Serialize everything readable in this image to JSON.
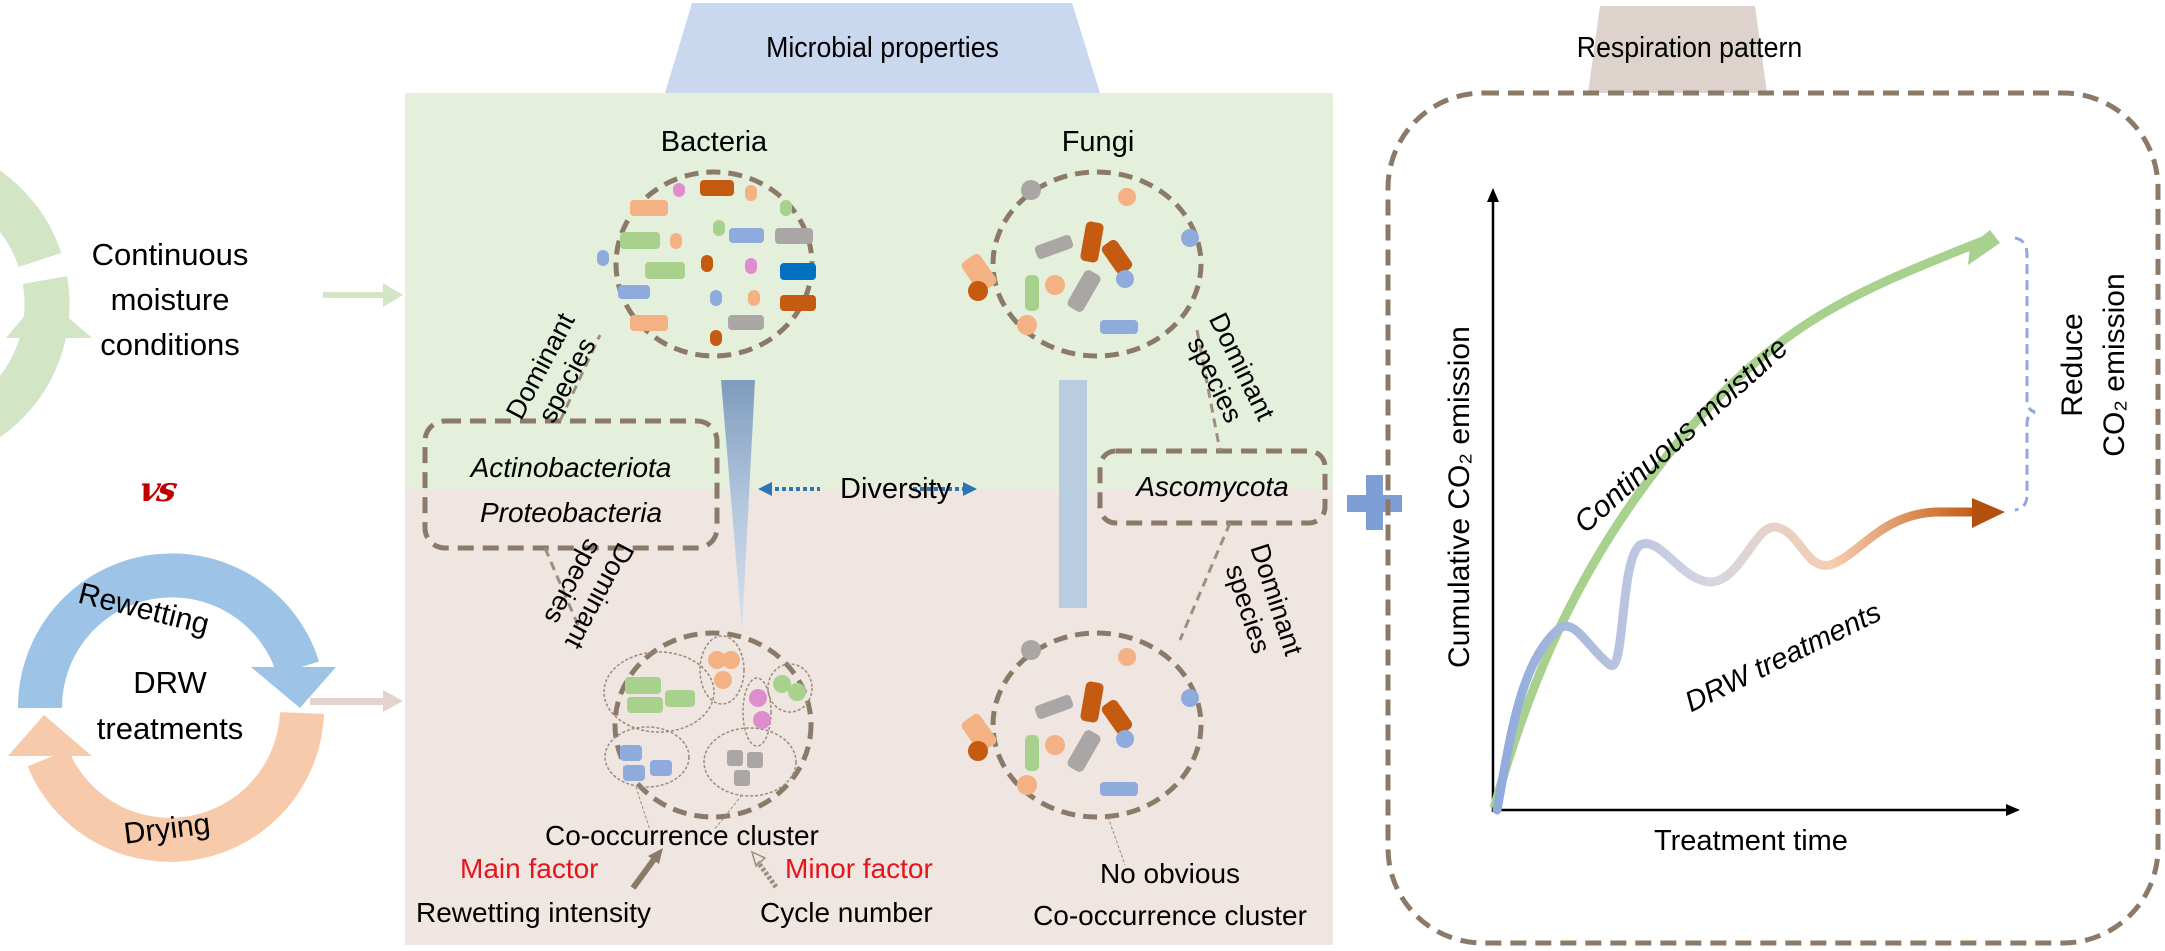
{
  "left": {
    "continuous": {
      "label_lines": [
        "Continuous",
        "moisture",
        "conditions"
      ],
      "color": "#d2e6c6"
    },
    "vs_label": "VS",
    "drw": {
      "label_lines": [
        "DRW",
        "treatments"
      ],
      "rewetting_label": "Rewetting",
      "drying_label": "Drying",
      "rewetting_color": "#9dc3e6",
      "drying_color": "#f7caac"
    }
  },
  "microbial": {
    "header": "Microbial properties",
    "header_color": "#c9d7ef",
    "top_bg": "#e5f0dc",
    "bottom_bg": "#efe5e1",
    "bacteria_label": "Bacteria",
    "fungi_label": "Fungi",
    "dominant_species_label": [
      "Dominant",
      "species"
    ],
    "bacteria_taxa": [
      "Actinobacteriota",
      "Proteobacteria"
    ],
    "fungi_taxa": [
      "Ascomycota"
    ],
    "diversity_label": "Diversity",
    "cooccurrence_label": "Co-occurrence cluster",
    "main_factor_label": "Main factor",
    "minor_factor_label": "Minor factor",
    "rewetting_intensity_label": "Rewetting intensity",
    "cycle_number_label": "Cycle number",
    "no_cluster_label_lines": [
      "No obvious",
      "Co-occurrence cluster"
    ],
    "plus_symbol": "+"
  },
  "respiration": {
    "header": "Respiration pattern",
    "header_color": "#ddd3cc",
    "y_axis_label": "Cumulative CO₂ emission",
    "x_axis_label": "Treatment time",
    "continuous_label": "Continuous moisture",
    "drw_label": "DRW treatments",
    "reduce_label_lines": [
      "Reduce",
      "CO₂ emission"
    ],
    "continuous_color": "#a9d18e",
    "drw_start_color": "#8faadc",
    "drw_end_color": "#c55a11"
  },
  "chart_data": {
    "type": "line",
    "title": "Respiration pattern",
    "xlabel": "Treatment time",
    "ylabel": "Cumulative CO₂ emission",
    "series": [
      {
        "name": "Continuous moisture",
        "shape": "monotonic concave increase, ending highest"
      },
      {
        "name": "DRW treatments",
        "shape": "rises with the continuous curve, then oscillates with dampening pulses and plateaus lower"
      }
    ],
    "annotations": [
      "Reduce CO₂ emission"
    ],
    "grid": false
  }
}
